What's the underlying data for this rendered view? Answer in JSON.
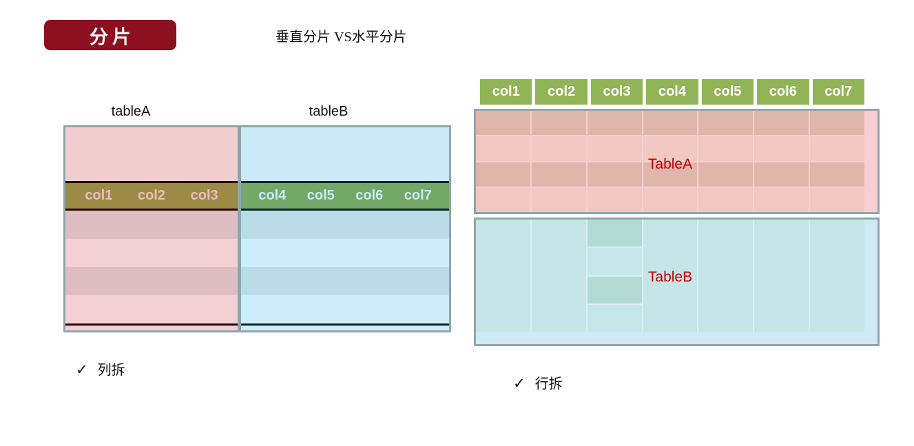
{
  "badge": {
    "label": "分片"
  },
  "title": "垂直分片 VS水平分片",
  "vertical_sharding": {
    "table_a_label": "tableA",
    "table_b_label": "tableB",
    "table_a_columns": [
      "col1",
      "col2",
      "col3"
    ],
    "table_b_columns": [
      "col4",
      "col5",
      "col6",
      "col7"
    ],
    "caption_check": "✓",
    "caption_text": "列拆"
  },
  "horizontal_sharding": {
    "columns": [
      "col1",
      "col2",
      "col3",
      "col4",
      "col5",
      "col6",
      "col7"
    ],
    "table_a_label": "TableA",
    "table_b_label": "TableB",
    "caption_check": "✓",
    "caption_text": "行拆"
  },
  "colors": {
    "badge_red": "#8C1020",
    "table_label_red": "#C00000",
    "border_gray": "#8FA5AC",
    "olive_header": "#9B8B45",
    "green_header_left": "#74A868",
    "green_header_right": "#91B456",
    "pink_row_dark": "#DEBEC2",
    "pink_row_light": "#F3D0D4",
    "blue_row_dark": "#BBDBE7",
    "blue_row_light": "#CEEDFA",
    "salmon_row_dark": "#DFB6AB",
    "salmon_row_light": "#F2C8C2",
    "teal_fill": "#C6E5E7",
    "teal_cell_dark": "#B4DBD3"
  }
}
